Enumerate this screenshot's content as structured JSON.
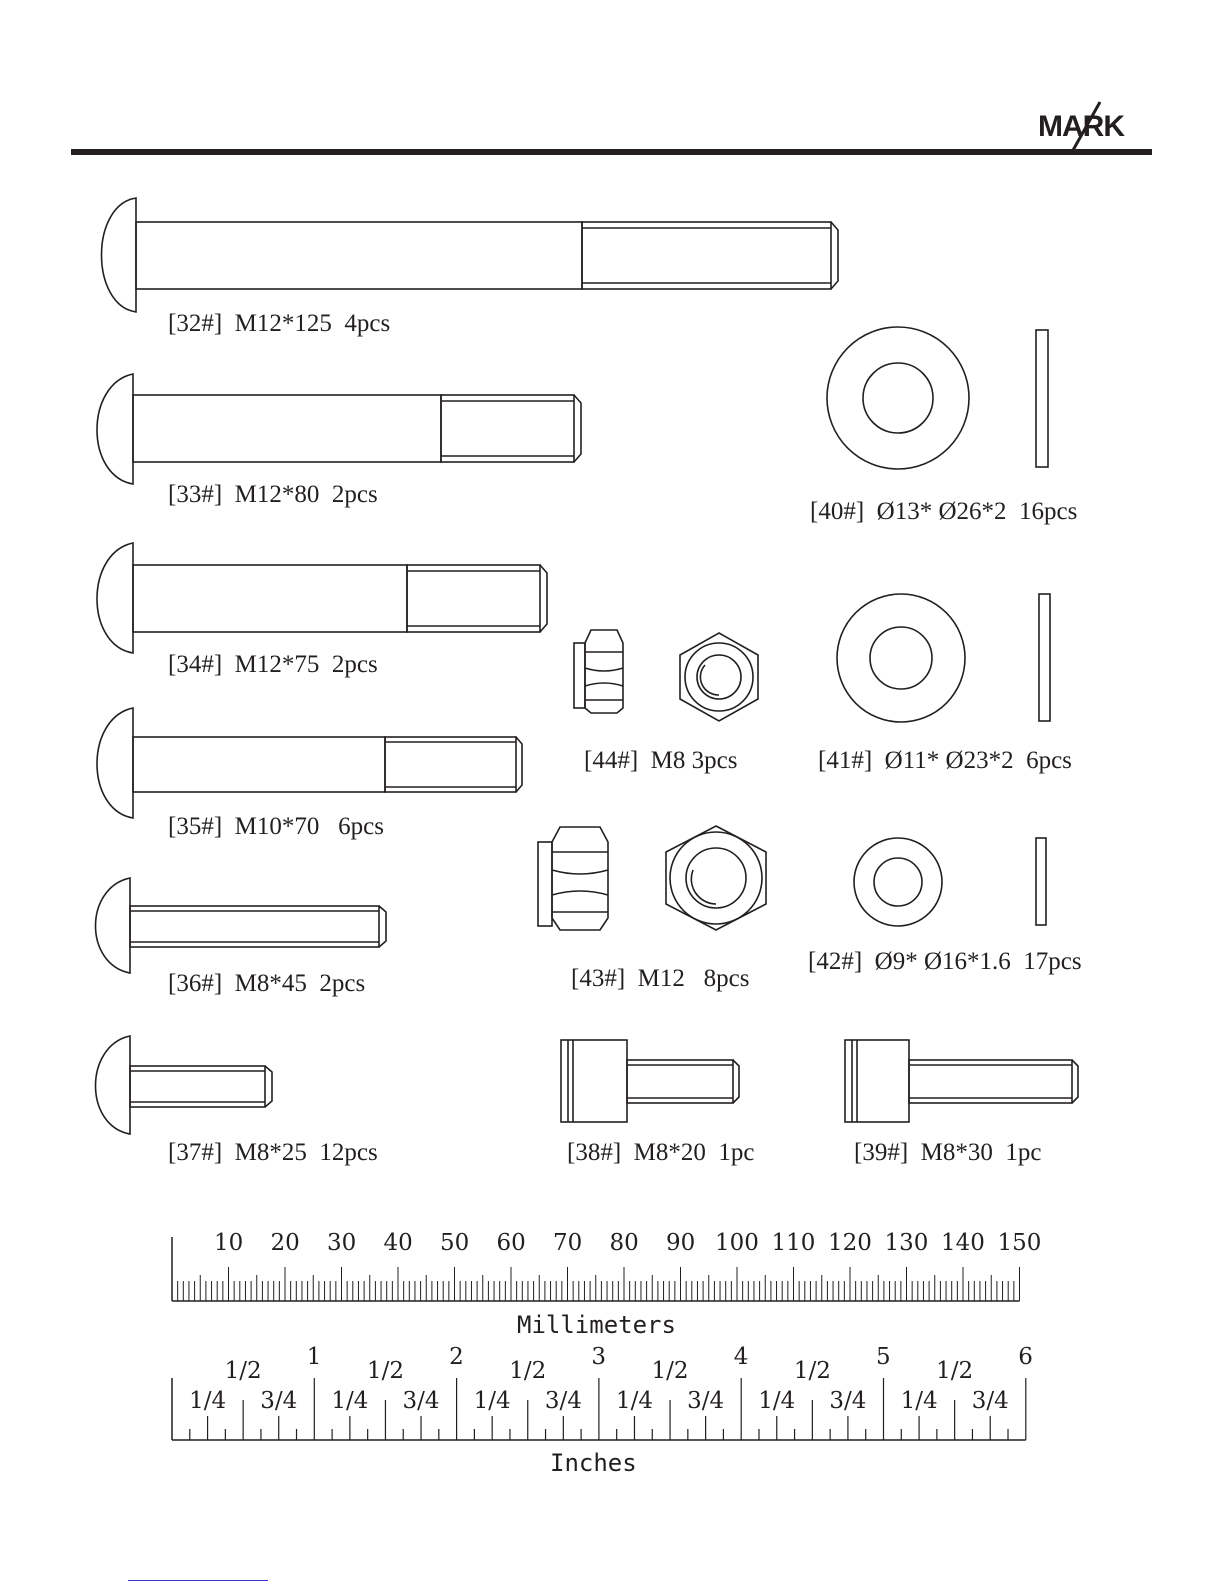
{
  "header": {
    "logo_text": "MARK"
  },
  "parts": [
    {
      "id": "32",
      "label": "[32#]  M12*125  4pcs"
    },
    {
      "id": "33",
      "label": "[33#]  M12*80  2pcs"
    },
    {
      "id": "34",
      "label": "[34#]  M12*75  2pcs"
    },
    {
      "id": "35",
      "label": "[35#]  M10*70   6pcs"
    },
    {
      "id": "36",
      "label": "[36#]  M8*45  2pcs"
    },
    {
      "id": "37",
      "label": "[37#]  M8*25  12pcs"
    },
    {
      "id": "38",
      "label": "[38#]  M8*20  1pc"
    },
    {
      "id": "39",
      "label": "[39#]  M8*30  1pc"
    },
    {
      "id": "40",
      "label": "[40#]  Ø13* Ø26*2  16pcs"
    },
    {
      "id": "41",
      "label": "[41#]  Ø11* Ø23*2  6pcs"
    },
    {
      "id": "42",
      "label": "[42#]  Ø9* Ø16*1.6  17pcs"
    },
    {
      "id": "43",
      "label": "[43#]  M12   8pcs"
    },
    {
      "id": "44",
      "label": "[44#]  M8 3pcs"
    }
  ],
  "ruler_mm": {
    "caption": "Millimeters",
    "labels": [
      "10",
      "20",
      "30",
      "40",
      "50",
      "60",
      "70",
      "80",
      "90",
      "100",
      "110",
      "120",
      "130",
      "140",
      "150"
    ]
  },
  "ruler_in": {
    "caption": "Inches",
    "whole_labels": [
      "1",
      "2",
      "3",
      "4",
      "5",
      "6"
    ],
    "half_label": "1/2",
    "quarter_label": "1/4",
    "three_quarter_label": "3/4"
  }
}
